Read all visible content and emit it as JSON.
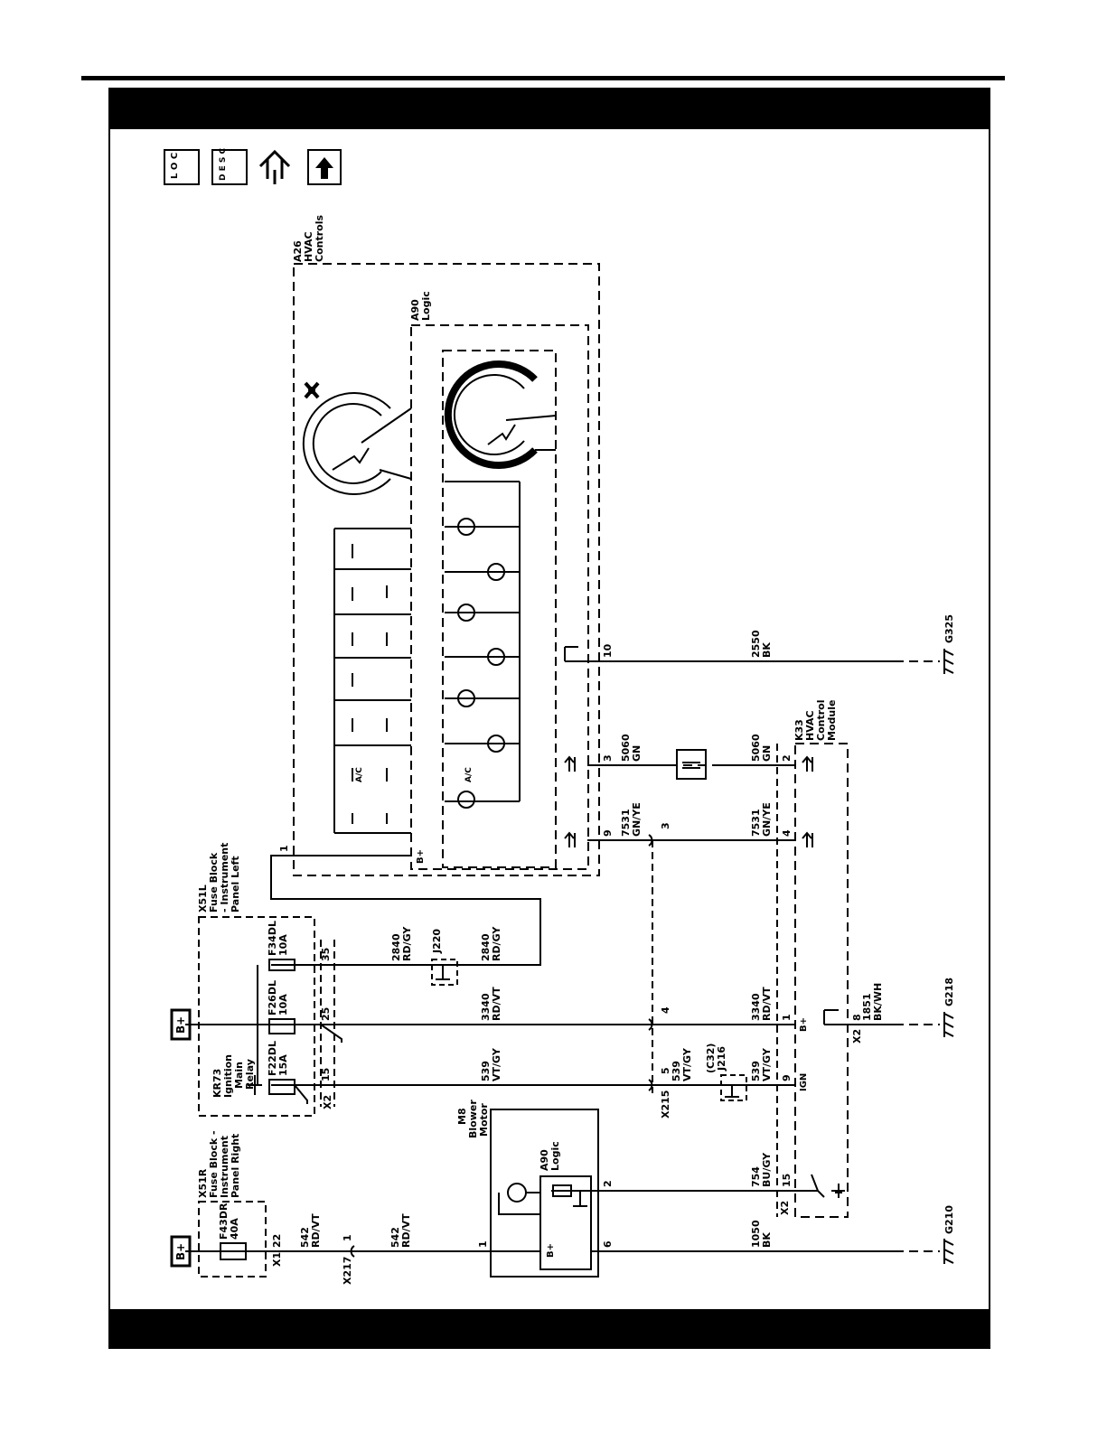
{
  "nav_icons": [
    "LOC",
    "DESC",
    "connector-pin-icon",
    "arrow-up-icon"
  ],
  "icon_text": {
    "loc": "L O C",
    "desc": "D E S C"
  },
  "modules": {
    "a26": {
      "id": "A26",
      "line2": "HVAC",
      "line3": "Controls"
    },
    "a90_top": {
      "id": "A90",
      "line2": "Logic"
    },
    "x51l": {
      "id": "X51L",
      "line2": "Fuse Block",
      "line3": "- Instrument",
      "line4": "Panel Left"
    },
    "x51r": {
      "id": "X51R",
      "line2": "Fuse Block -",
      "line3": "Instrument",
      "line4": "Panel Right"
    },
    "k33": {
      "id": "K33",
      "line2": "HVAC",
      "line3": "Control",
      "line4": "Module"
    },
    "m8": {
      "id": "M8",
      "line2": "Blower",
      "line3": "Motor"
    },
    "a90_motor": {
      "id": "A90",
      "line2": "Logic"
    },
    "kr73": {
      "id": "KR73",
      "line2": "Ignition",
      "line3": "Main",
      "line4": "Relay"
    }
  },
  "fuses": {
    "f34dl": {
      "id": "F34DL",
      "rating": "10A"
    },
    "f26dl": {
      "id": "F26DL",
      "rating": "10A"
    },
    "f22dl": {
      "id": "F22DL",
      "rating": "15A"
    },
    "f43dr": {
      "id": "F43DR",
      "rating": "40A"
    }
  },
  "power": {
    "bplus": "B+"
  },
  "wires": {
    "w2840_a": {
      "circuit": "2840",
      "color": "RD/GY"
    },
    "w2840_b": {
      "circuit": "2840",
      "color": "RD/GY"
    },
    "w3340_a": {
      "circuit": "3340",
      "color": "RD/VT"
    },
    "w3340_b": {
      "circuit": "3340",
      "color": "RD/VT"
    },
    "w539_a": {
      "circuit": "539",
      "color": "VT/GY"
    },
    "w539_b": {
      "circuit": "539",
      "color": "VT/GY"
    },
    "w539_c": {
      "circuit": "539",
      "color": "VT/GY"
    },
    "w5060_a": {
      "circuit": "5060",
      "color": "GN"
    },
    "w5060_b": {
      "circuit": "5060",
      "color": "GN"
    },
    "w7531_a": {
      "circuit": "7531",
      "color": "GN/YE"
    },
    "w7531_b": {
      "circuit": "7531",
      "color": "GN/YE"
    },
    "w2550": {
      "circuit": "2550",
      "color": "BK"
    },
    "w1851": {
      "circuit": "1851",
      "color": "BK/WH"
    },
    "w754": {
      "circuit": "754",
      "color": "BU/GY"
    },
    "w542_a": {
      "circuit": "542",
      "color": "RD/VT"
    },
    "w542_b": {
      "circuit": "542",
      "color": "RD/VT"
    },
    "w1050": {
      "circuit": "1050",
      "color": "BK"
    }
  },
  "splices": {
    "j220": "J220",
    "j216": "J216",
    "c32": "(C32)"
  },
  "connectors": {
    "x215": "X215",
    "x217": "X217",
    "x2": "X2",
    "x1": "X1"
  },
  "grounds": {
    "g325": "G325",
    "g218": "G218",
    "g210": "G210"
  },
  "pins": {
    "a26_1": "1",
    "a26_9": "9",
    "a26_3": "3",
    "a26_10": "10",
    "x51l_35": "35",
    "x51l_25": "25",
    "x51l_15": "15",
    "x215_3": "3",
    "x215_4": "4",
    "x215_5": "5",
    "k33_2": "2",
    "k33_4": "4",
    "k33_1": "1",
    "k33_9": "9",
    "k33_8": "8",
    "k33_15": "15",
    "x51r_22": "22",
    "x217_1": "1",
    "m8_1": "1",
    "m8_2": "2",
    "m8_6": "6"
  },
  "terminal_labels": {
    "bplus": "B+",
    "ign": "IGN",
    "ac": "A/C"
  }
}
